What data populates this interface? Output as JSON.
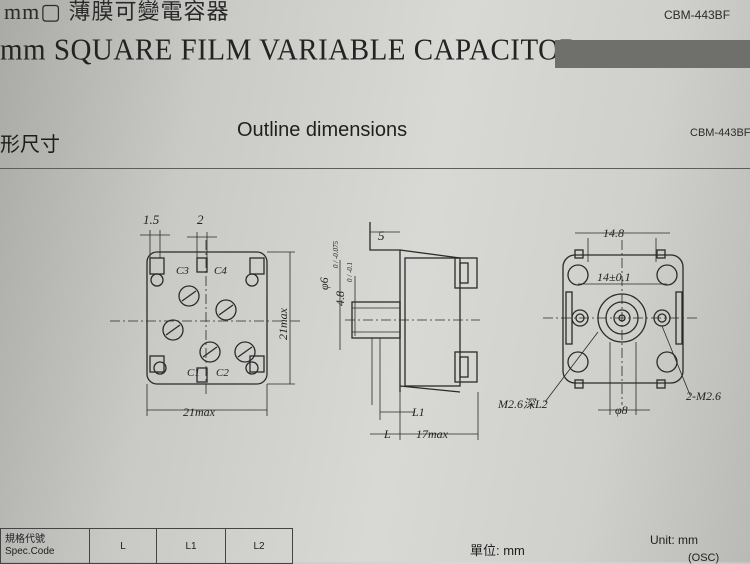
{
  "header": {
    "top_cut_text": "mm▢ 薄膜可變電容器",
    "model_top": "CBM-443BF",
    "title": "mm SQUARE FILM VARIABLE CAPACITOR"
  },
  "section": {
    "cjk_heading": "形尺寸",
    "heading": "Outline dimensions",
    "model": "CBM-443BF"
  },
  "front_view": {
    "dim_pitch1": "1.5",
    "dim_pitch2": "2",
    "labels": [
      "C3",
      "C4",
      "C1",
      "C2"
    ],
    "width": "21max",
    "height": "21max"
  },
  "side_view": {
    "dim_5": "5",
    "shaft_dia": "φ6",
    "shaft_tol": "0 / -0.075",
    "hub_dia": "4.8",
    "hub_tol": "0 / -0.1",
    "l1": "L1",
    "l": "L",
    "depth": "17max"
  },
  "rear_view": {
    "top_width": "14.8",
    "hole_pitch": "14±0.1",
    "bore": "φ8",
    "screw_left": "M2.6深L2",
    "screw_right": "2-M2.6"
  },
  "spec_table": {
    "label_cjk": "規格代號",
    "label_en": "Spec.Code",
    "columns": [
      "L",
      "L1",
      "L2"
    ]
  },
  "units": {
    "unit_cjk": "單位: mm",
    "unit_en": "Unit: mm",
    "osc": "(OSC)"
  }
}
